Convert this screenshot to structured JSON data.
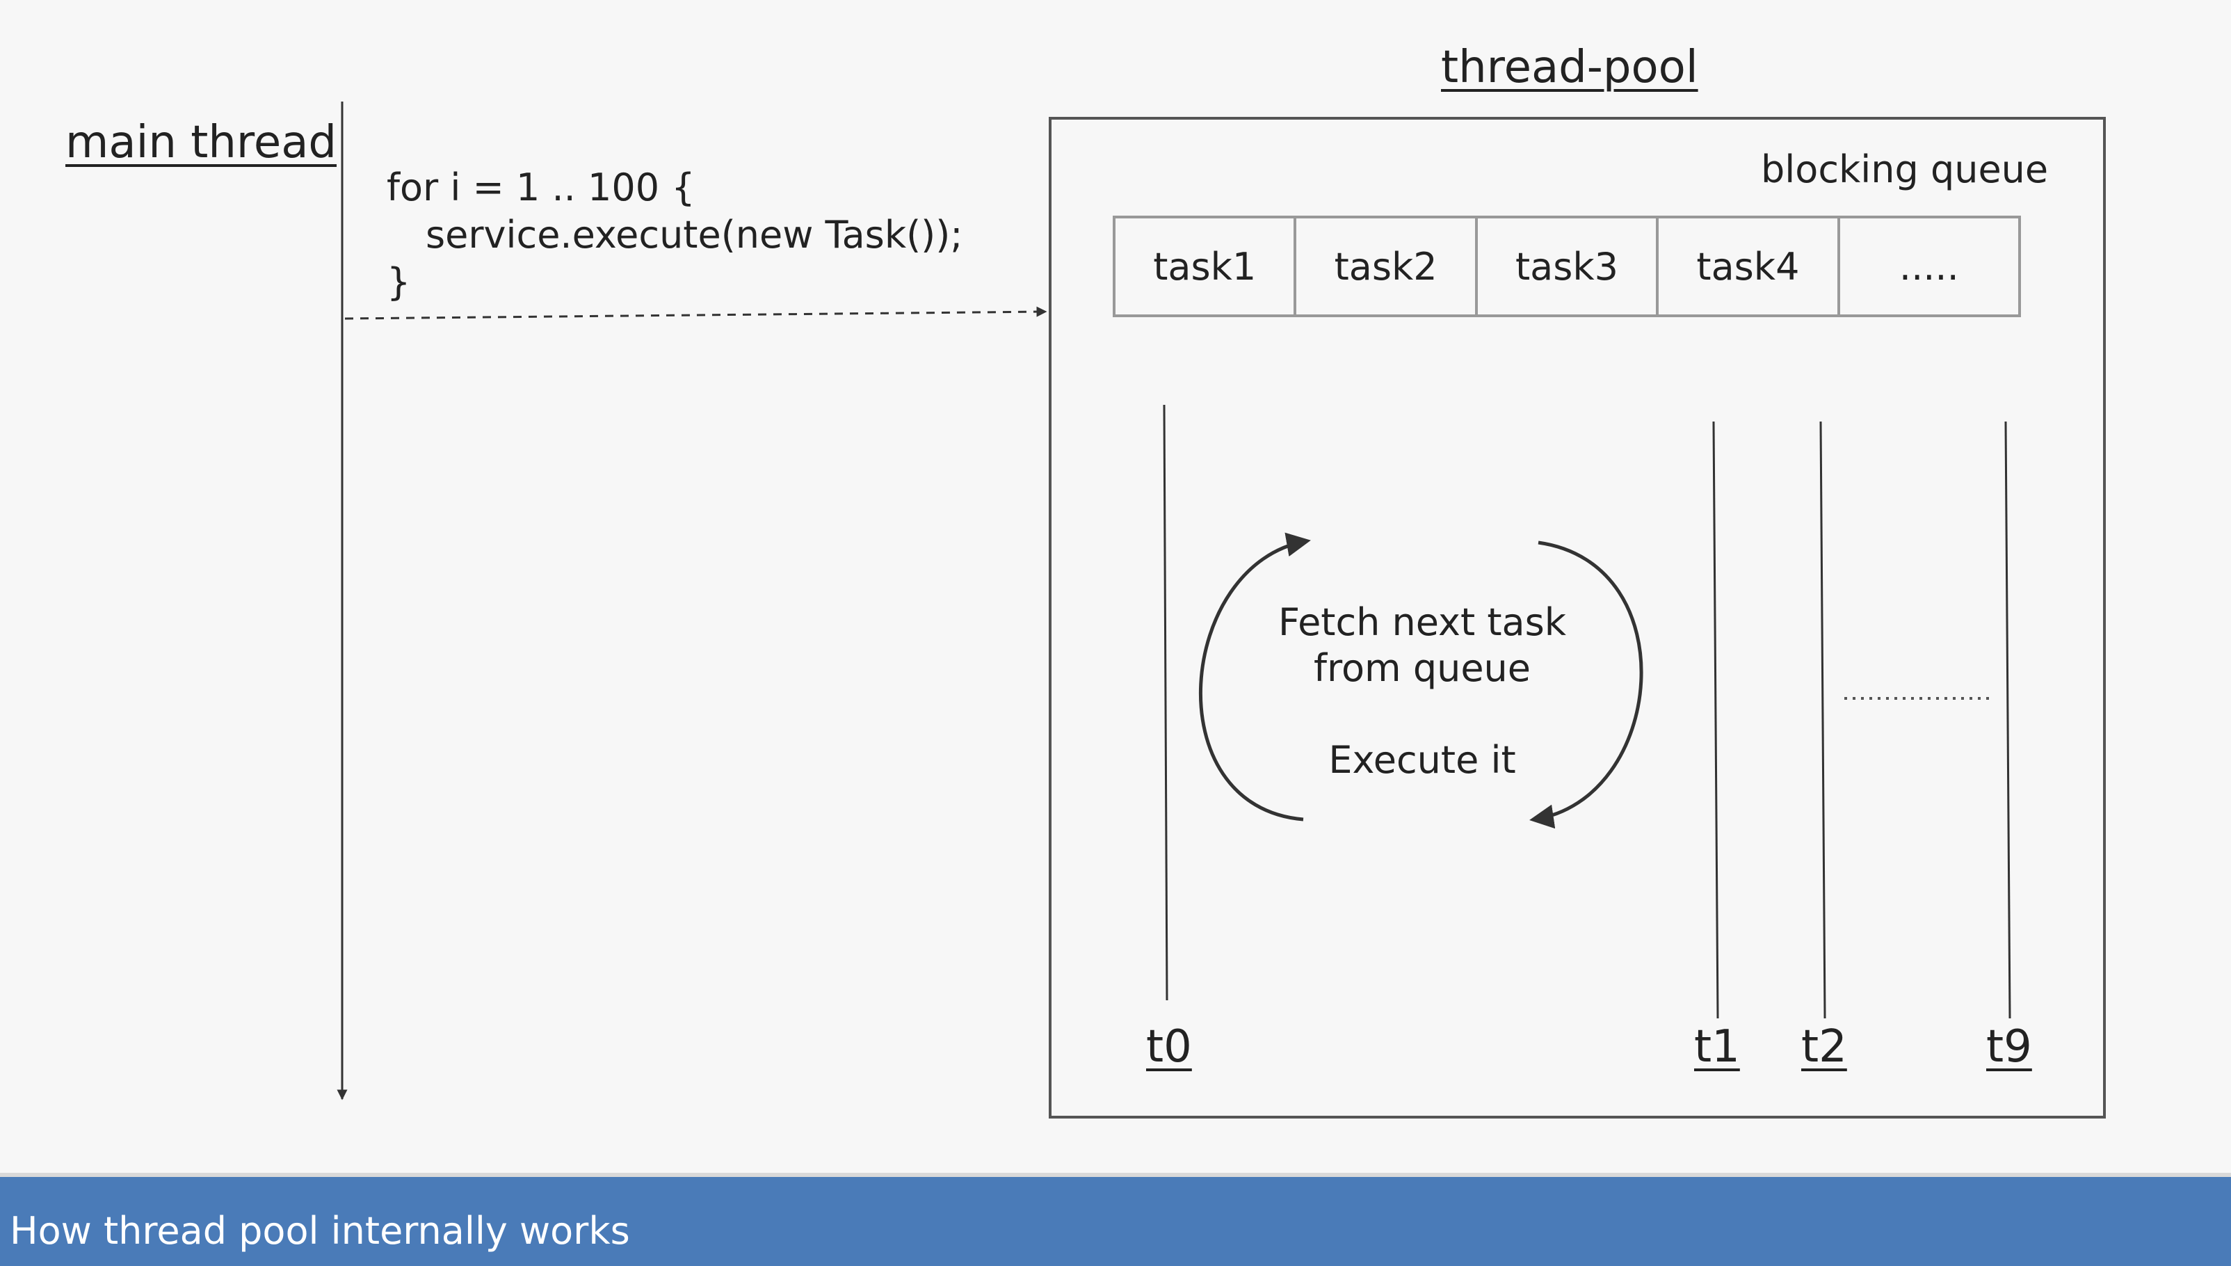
{
  "main_thread": {
    "title": "main thread",
    "code_lines": [
      "for i = 1 .. 100 {",
      "service.execute(new Task());",
      "}"
    ]
  },
  "thread_pool": {
    "title": "thread-pool",
    "queue_label": "blocking queue",
    "queue_cells": [
      "task1",
      "task2",
      "task3",
      "task4",
      "....."
    ],
    "cycle_text": {
      "line1": "Fetch next task",
      "line2": "from queue",
      "line3": "Execute it"
    },
    "threads": [
      "t0",
      "t1",
      "t2",
      "t9"
    ]
  },
  "footer": {
    "text": "How thread pool internally works"
  },
  "colors": {
    "background": "#f7f7f7",
    "footer_bar": "#4a7bb8",
    "line": "#333333"
  }
}
